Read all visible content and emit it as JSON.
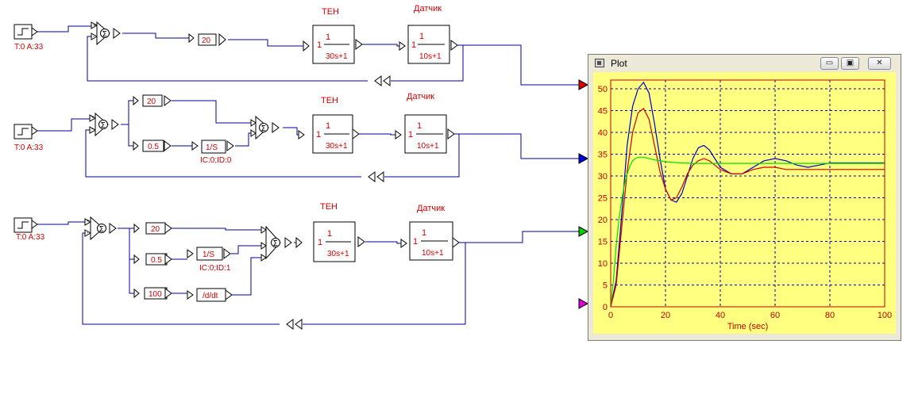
{
  "diagram": {
    "rows": [
      {
        "source_label": "T:0 A:33",
        "gains": [
          "20"
        ],
        "plant_title": "ТЕН",
        "plant": {
          "num": "1",
          "lead": "1",
          "den": "30s+1"
        },
        "sensor_title": "Датчик",
        "sensor": {
          "num": "1",
          "lead": "1",
          "den": "10s+1"
        }
      },
      {
        "source_label": "T:0 A:33",
        "gains": [
          "20",
          "0.5"
        ],
        "integrator": "1/S",
        "integrator_note": "IC:0;ID:0",
        "plant_title": "ТЕН",
        "plant": {
          "num": "1",
          "lead": "1",
          "den": "30s+1"
        },
        "sensor_title": "Датчик",
        "sensor": {
          "num": "1",
          "lead": "1",
          "den": "10s+1"
        }
      },
      {
        "source_label": "T:0 A:33",
        "gains": [
          "20",
          "0.5",
          "100"
        ],
        "integrator": "1/S",
        "integrator_note": "IC:0;ID:1",
        "derivative": "/d/dt",
        "plant_title": "ТЕН",
        "plant": {
          "num": "1",
          "lead": "1",
          "den": "30s+1"
        },
        "sensor_title": "Датчик",
        "sensor": {
          "num": "1",
          "lead": "1",
          "den": "10s+1"
        }
      }
    ],
    "sum_symbol": "Σ",
    "port_colors": [
      "#e00000",
      "#0000e0",
      "#00d000",
      "#e000e0"
    ],
    "wire_color": "#0000a0",
    "label_color": "#d40000"
  },
  "plot_window": {
    "title": "Plot",
    "buttons": {
      "minimize": "▭",
      "maximize": "▣",
      "close": "✕"
    }
  },
  "chart_data": {
    "type": "line",
    "title": "",
    "xlabel": "Time (sec)",
    "ylabel": "",
    "xlim": [
      0,
      100
    ],
    "ylim": [
      0,
      52
    ],
    "xticks": [
      0,
      20,
      40,
      60,
      80,
      100
    ],
    "yticks": [
      0,
      5,
      10,
      15,
      20,
      25,
      30,
      35,
      40,
      45,
      50
    ],
    "grid": true,
    "background": "#ffff80",
    "axis_color": "#c00000",
    "series": [
      {
        "color": "#0000c0",
        "x": [
          0,
          2,
          4,
          6,
          8,
          10,
          12,
          14,
          16,
          18,
          20,
          22,
          24,
          26,
          28,
          30,
          32,
          34,
          36,
          38,
          40,
          44,
          48,
          52,
          56,
          60,
          64,
          68,
          72,
          76,
          80,
          85,
          90,
          95,
          100
        ],
        "y": [
          0,
          6,
          21,
          37,
          46,
          50,
          51.5,
          49,
          42,
          34,
          27,
          24.5,
          24,
          26,
          30,
          34,
          36.5,
          37,
          36,
          34,
          32,
          30.5,
          30.5,
          32,
          33.5,
          34,
          33.5,
          32.5,
          32,
          32.5,
          33,
          33,
          33,
          33,
          33
        ]
      },
      {
        "color": "#d00000",
        "x": [
          0,
          2,
          4,
          6,
          8,
          10,
          12,
          14,
          16,
          18,
          20,
          22,
          24,
          26,
          28,
          30,
          32,
          34,
          36,
          38,
          40,
          44,
          48,
          52,
          56,
          60,
          64,
          68,
          72,
          76,
          80,
          85,
          90,
          95,
          100
        ],
        "y": [
          0,
          5,
          18,
          31,
          40,
          44.5,
          45.5,
          43,
          37,
          31,
          27,
          24.5,
          25,
          27.5,
          30.5,
          32.5,
          33.5,
          34,
          33.5,
          32.5,
          31.5,
          30.5,
          30.5,
          31.5,
          32,
          32,
          31.5,
          31.5,
          31.5,
          31.5,
          31.5,
          31.5,
          31.5,
          31.5,
          31.5
        ]
      },
      {
        "color": "#00e000",
        "x": [
          0,
          1,
          2,
          3,
          4,
          5,
          6,
          7,
          8,
          9,
          10,
          12,
          14,
          16,
          18,
          20,
          25,
          30,
          40,
          50,
          60,
          70,
          80,
          90,
          100
        ],
        "y": [
          0,
          6,
          14,
          20,
          24.5,
          28,
          30.5,
          32.3,
          33.5,
          34,
          34.3,
          34.3,
          34,
          33.7,
          33.5,
          33.3,
          33,
          32.9,
          32.9,
          32.9,
          32.9,
          32.9,
          32.9,
          32.9,
          32.9
        ]
      }
    ]
  }
}
